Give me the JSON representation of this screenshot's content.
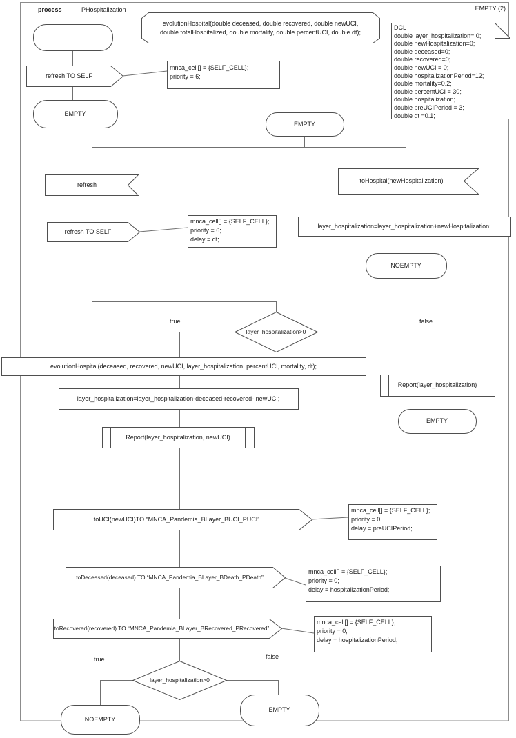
{
  "header": {
    "process_label": "process",
    "process_name": "PHospitalization",
    "instance_label": "EMPTY (2)"
  },
  "declaration": {
    "lines": [
      "evolutionHospital(double deceased, double recovered, double newUCI,",
      "double totalHospitalized, double mortality, double percentUCI, double dt);"
    ]
  },
  "dcl": {
    "lines": [
      "DCL",
      "double layer_hospitalization= 0;",
      "double newHospitalization=0;",
      "double deceased=0;",
      "double recovered=0;",
      "double newUCI = 0;",
      "double hospitalizationPeriod=12;",
      "double mortality=0.2;",
      "double percentUCI = 30;",
      "double hospitalization;",
      "double preUCIPeriod = 3;",
      "double dt =0.1;"
    ]
  },
  "states": {
    "empty": "EMPTY",
    "noempty": "NOEMPTY"
  },
  "signals": {
    "refresh_to_self": "refresh TO SELF",
    "refresh": "refresh",
    "to_hospital": "toHospital(newHospitalization)",
    "to_uci": "toUCI(newUCI)TO “MNCA_Pandemia_BLayer_BUCI_PUCI”",
    "to_deceased": "toDeceased(deceased) TO “MNCA_Pandemia_BLayer_BDeath_PDeath”",
    "to_recovered": "toRecovered(recovered) TO “MNCA_Pandemia_BLayer_BRecovered_PRecovered”"
  },
  "tasks": {
    "add_hospitalization": "layer_hospitalization=layer_hospitalization+newHospitalization;",
    "evolution_call": "evolutionHospital(deceased, recovered, newUCI, layer_hospitalization, percentUCI, mortality, dt);",
    "subtract": "layer_hospitalization=layer_hospitalization-deceased-recovered- newUCI;",
    "report_newuci": "Report(layer_hospitalization, newUCI)",
    "report": "Report(layer_hospitalization)"
  },
  "decision": {
    "condition": "layer_hospitalization>0",
    "true_label": "true",
    "false_label": "false"
  },
  "comments": {
    "priority6": [
      "mnca_cell[] = {SELF_CELL};",
      "priority = 6;"
    ],
    "priority6_delay_dt": [
      "mnca_cell[] = {SELF_CELL};",
      "priority = 6;",
      "delay = dt;"
    ],
    "priority0_delay_preuci": [
      "mnca_cell[] = {SELF_CELL};",
      "priority = 0;",
      "delay = preUCIPeriod;"
    ],
    "priority0_delay_hosp": [
      "mnca_cell[] = {SELF_CELL};",
      "priority = 0;",
      "delay = hospitalizationPeriod;"
    ]
  },
  "colors": {
    "shape_stroke": "#4f4f4f",
    "connector": "#707070",
    "text": "#1c1c1c",
    "background": "#ffffff"
  }
}
